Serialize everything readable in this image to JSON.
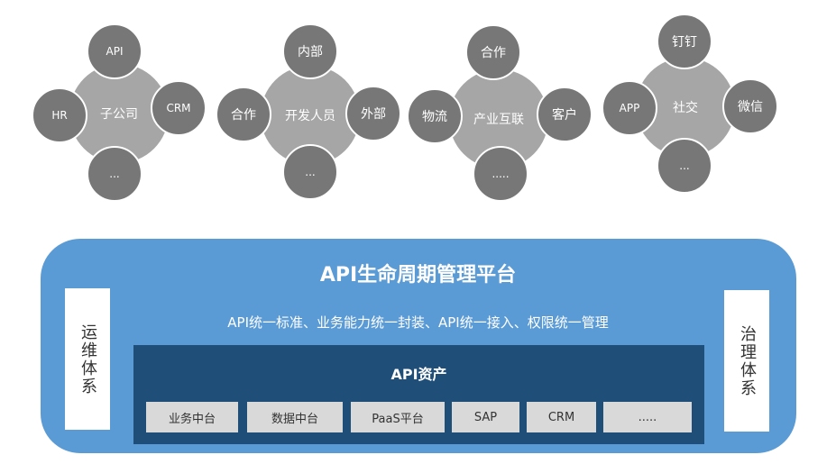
{
  "clusters": [
    {
      "hub": "子公司",
      "top": "API",
      "left": "HR",
      "right": "CRM",
      "bottom": "..."
    },
    {
      "hub": "开发人员",
      "top": "内部",
      "left": "合作",
      "right": "外部",
      "bottom": "..."
    },
    {
      "hub": "产业互联",
      "top": "合作",
      "left": "物流",
      "right": "客户",
      "bottom": "....."
    },
    {
      "hub": "社交",
      "top": "钉钉",
      "left": "APP",
      "right": "微信",
      "bottom": "..."
    }
  ],
  "platform": {
    "title": "API生命周期管理平台",
    "subtitle": "API统一标准、业务能力统一封装、API统一接入、权限统一管理",
    "left_label": "运维体系",
    "right_label": "治理体系",
    "assets": {
      "title": "API资产",
      "items": [
        "业务中台",
        "数据中台",
        "PaaS平台",
        "SAP",
        "CRM",
        "....."
      ]
    }
  },
  "colors": {
    "hub": "#a6a6a6",
    "node": "#777777",
    "platform": "#5b9bd5",
    "assets": "#1f4e79",
    "item": "#d9d9d9"
  }
}
